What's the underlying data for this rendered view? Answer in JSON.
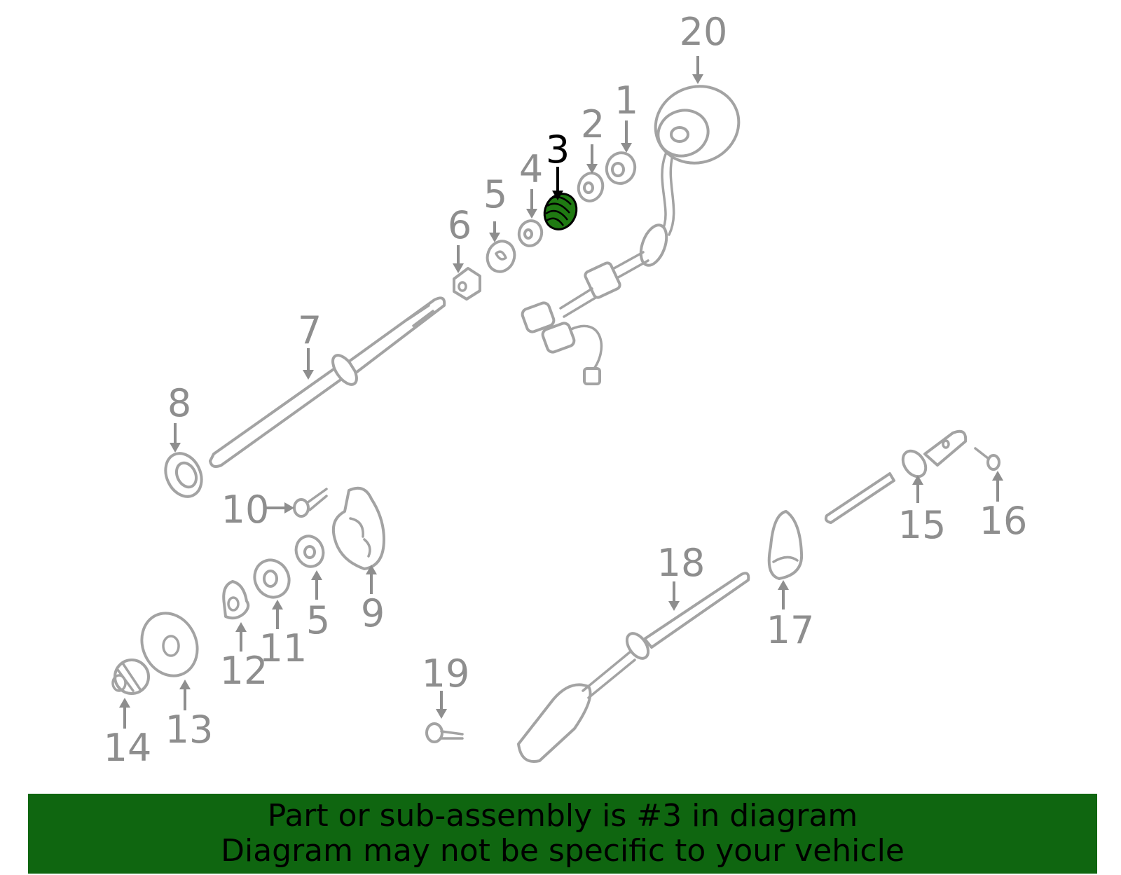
{
  "callouts": [
    "1",
    "2",
    "3",
    "4",
    "5",
    "6",
    "7",
    "8",
    "9",
    "10",
    "11",
    "12",
    "13",
    "14",
    "15",
    "16",
    "17",
    "18",
    "19",
    "20",
    "5"
  ],
  "highlight_part": "3",
  "colors": {
    "banner": "#0f6610",
    "part_line": "#a3a3a3",
    "label": "#8e8e8e",
    "highlight_fill": "#1f7a12",
    "highlight_label": "#000000"
  },
  "banner": {
    "line1": "Part or sub-assembly is #3 in diagram",
    "line2": "Diagram may not be specific to your vehicle"
  }
}
